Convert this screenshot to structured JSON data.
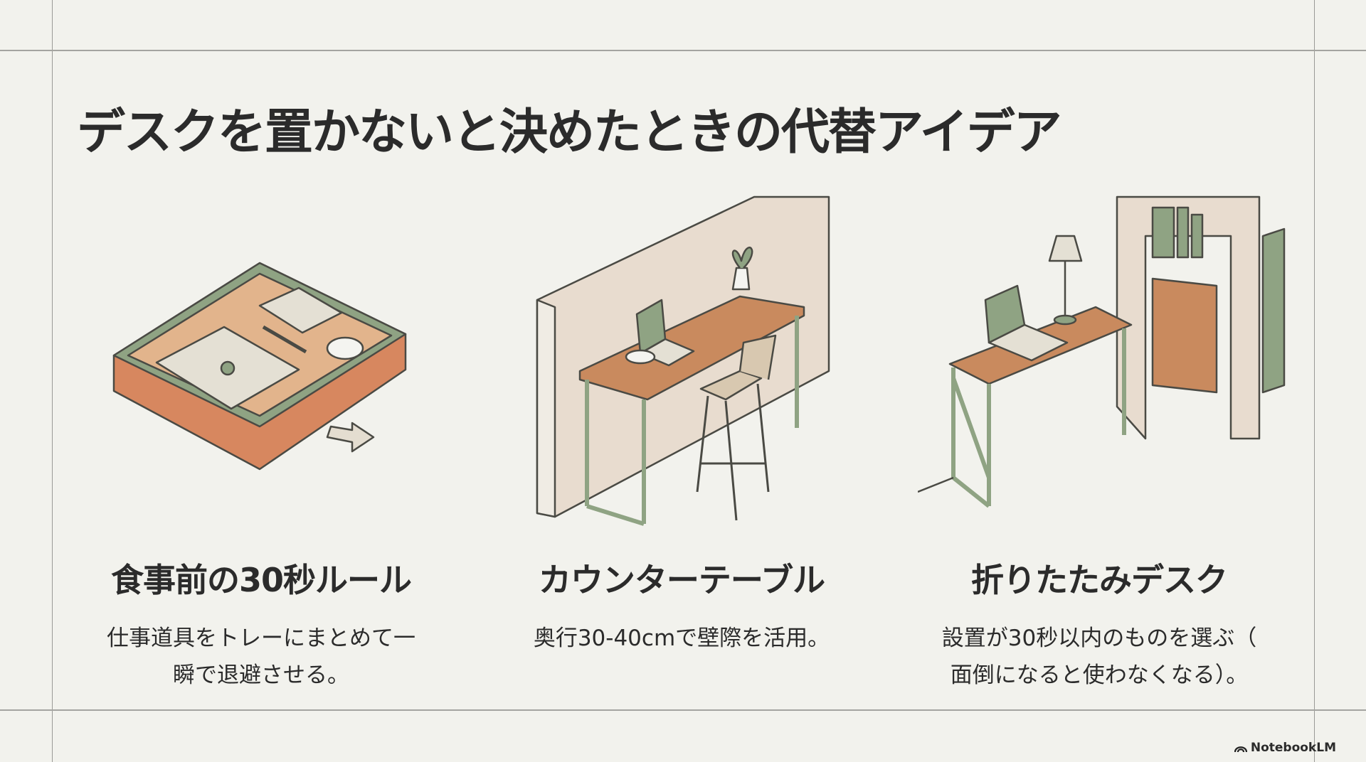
{
  "slide": {
    "title": "デスクを置かないと決めたときの代替アイデア",
    "cards": [
      {
        "heading": "食事前の30秒ルール",
        "lines": [
          "仕事道具をトレーにまとめて一",
          "瞬で退避させる。"
        ]
      },
      {
        "heading": "カウンターテーブル",
        "lines": [
          "奥行30-40cmで壁際を活用。"
        ]
      },
      {
        "heading": "折りたたみデスク",
        "lines": [
          "設置が30秒以内のものを選ぶ（",
          "面倒になると使わなくなる）。"
        ]
      }
    ]
  },
  "branding": {
    "label": "NotebookLM",
    "icon": "notebooklm-logo-icon"
  },
  "colors": {
    "background": "#f2f2ed",
    "wood": "#c98a5e",
    "sage": "#8fa383",
    "wicker": "#d7875f",
    "line": "#4a4a44"
  }
}
